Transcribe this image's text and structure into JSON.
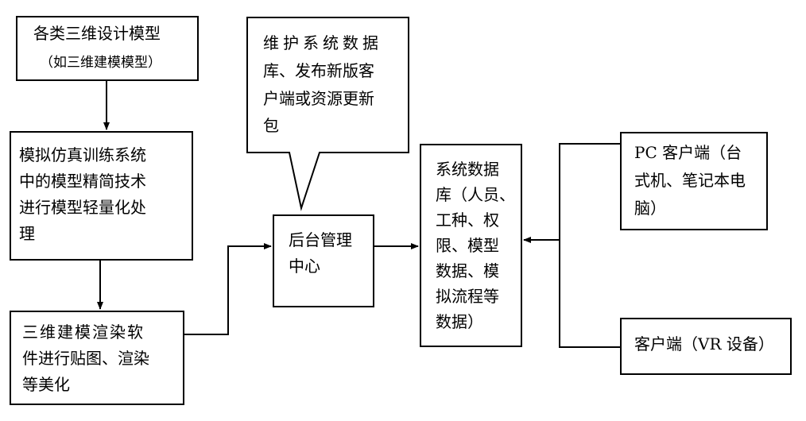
{
  "diagram": {
    "box_design_models": {
      "line1": "各类三维设计模型",
      "line2": "（如三维建模模型）"
    },
    "box_simplify": {
      "lines": [
        "模拟仿真训练系统",
        "中的模型精简技术",
        "进行模型轻量化处",
        "理"
      ]
    },
    "box_render": {
      "lines": [
        "三维建模渲染软",
        "件进行贴图、渲染",
        "等美化"
      ]
    },
    "callout_maintain": {
      "lines": [
        "维护系统数据",
        "库、发布新版客",
        "户端或资源更新",
        "包"
      ]
    },
    "box_backend": {
      "lines": [
        "后台管理",
        "中心"
      ]
    },
    "box_database": {
      "lines": [
        "系统数据",
        "库（人员、",
        "工种、权",
        "限、模型",
        "数据、模",
        "拟流程等",
        "数据）"
      ]
    },
    "box_pc_client": {
      "lines": [
        "PC 客户端（台",
        "式机、笔记本电",
        "脑）"
      ]
    },
    "box_vr_client": {
      "lines": [
        "客户端（VR 设备）"
      ]
    }
  }
}
